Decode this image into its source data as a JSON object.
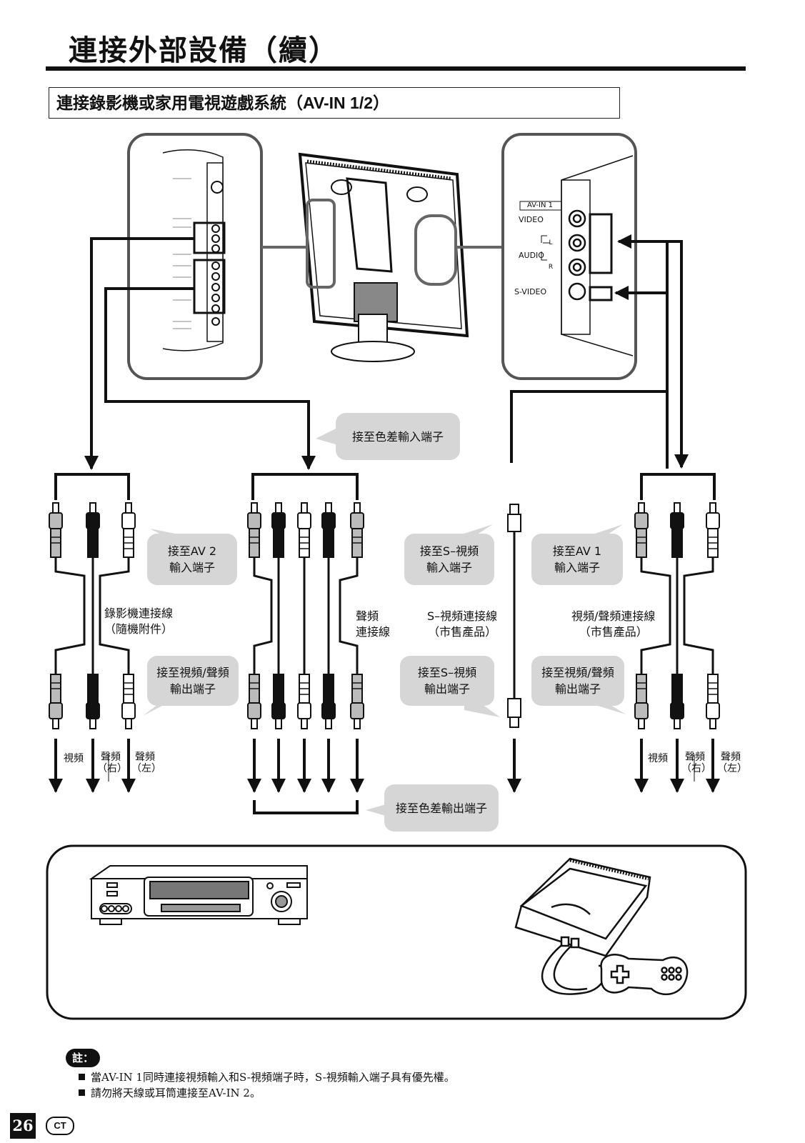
{
  "header": {
    "title": "連接外部設備（續）",
    "section_title_zh": "連接錄影機或家用電視遊戲系統（",
    "section_title_en": "AV-IN 1/2",
    "section_title_end": "）"
  },
  "panel_right": {
    "av_in1": "AV-IN 1",
    "video": "VIDEO",
    "audio": "AUDIO",
    "l": "L",
    "r": "R",
    "svideo": "S-VIDEO"
  },
  "callouts": {
    "component_in": "接至色差輸入端子",
    "av2_in_1": "接至AV 2",
    "av2_in_2": "輸入端子",
    "svideo_in_1": "接至S–視頻",
    "svideo_in_2": "輸入端子",
    "av1_in_1": "接至AV 1",
    "av1_in_2": "輸入端子",
    "av_out_left_1": "接至視頻/聲頻",
    "av_out_left_2": "輸出端子",
    "svideo_out_1": "接至S–視頻",
    "svideo_out_2": "輸出端子",
    "av_out_right_1": "接至視頻/聲頻",
    "av_out_right_2": "輸出端子",
    "component_out": "接至色差輸出端子"
  },
  "cable_labels": {
    "vcr_cable_1": "錄影機連接線",
    "vcr_cable_2": "（隨機附件）",
    "audio_cable_1": "聲頻",
    "audio_cable_2": "連接線",
    "svideo_cable_1": "S–視頻連接線",
    "svideo_cable_2": "（市售產品）",
    "av_cable_1": "視頻/聲頻連接線",
    "av_cable_2": "（市售產品）"
  },
  "plug_labels": {
    "video": "視頻",
    "audio": "聲頻",
    "right": "（右）",
    "left": "（左）"
  },
  "notes": {
    "badge": "註：",
    "items": [
      "當AV-IN 1同時連接視頻輸入和S-視頻端子時，S-視頻輸入端子具有優先權。",
      "請勿將天線或耳筒連接至AV-IN 2。"
    ]
  },
  "footer": {
    "page_number": "26",
    "lang": "CT"
  }
}
